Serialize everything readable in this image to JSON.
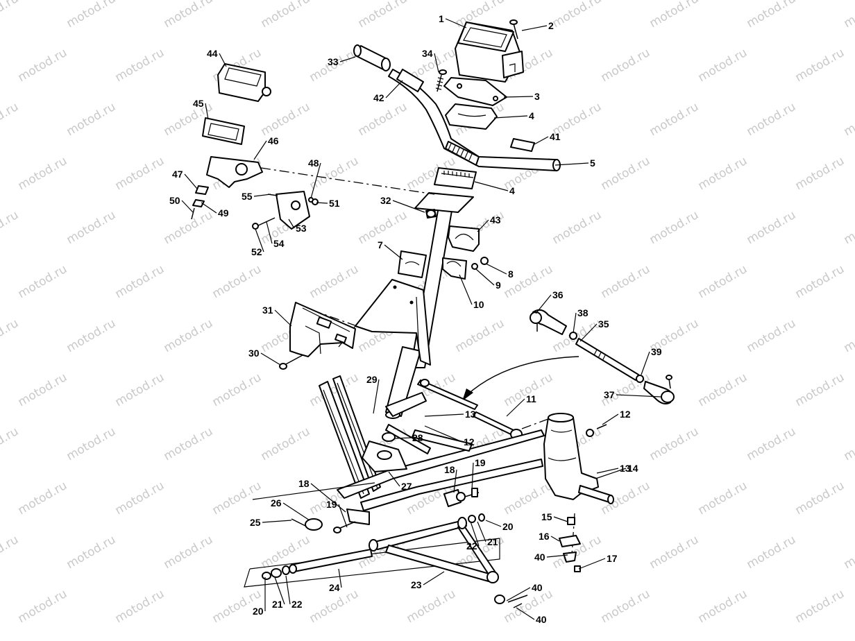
{
  "watermark": "motod.ru",
  "part_numbers": [
    "1",
    "2",
    "3",
    "4",
    "4",
    "5",
    "7",
    "8",
    "9",
    "10",
    "11",
    "12",
    "12",
    "13",
    "13",
    "14",
    "15",
    "16",
    "17",
    "18",
    "18",
    "19",
    "19",
    "20",
    "20",
    "21",
    "21",
    "22",
    "22",
    "23",
    "24",
    "25",
    "26",
    "27",
    "28",
    "29",
    "30",
    "31",
    "32",
    "33",
    "34",
    "35",
    "36",
    "37",
    "38",
    "39",
    "40",
    "40",
    "40",
    "41",
    "42",
    "43",
    "44",
    "45",
    "46",
    "47",
    "48",
    "49",
    "50",
    "51",
    "52",
    "53",
    "54",
    "55"
  ]
}
